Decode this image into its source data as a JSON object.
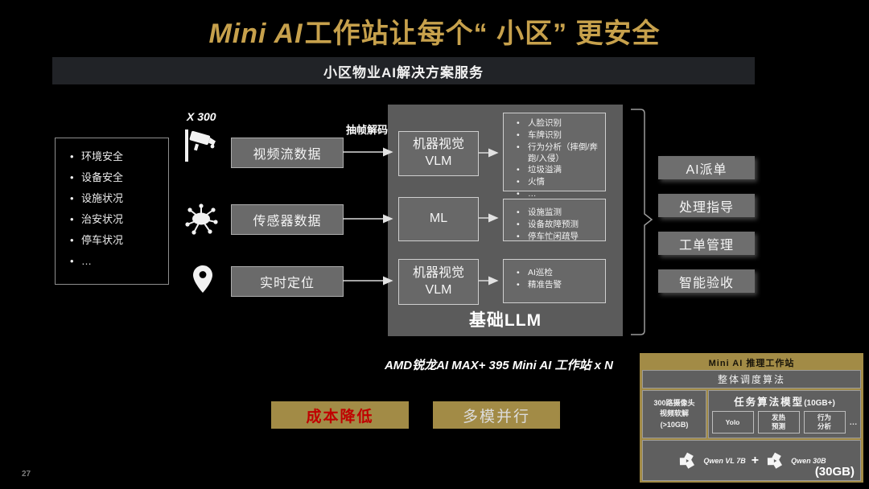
{
  "slide": {
    "page_number": "27",
    "title_latin": "Mini AI",
    "title_rest": "工作站让每个“ 小区” 更安全",
    "banner": "小区物业AI解决方案服务"
  },
  "needs": {
    "items": [
      "环境安全",
      "设备安全",
      "设施状况",
      "治安状况",
      "停车状况",
      "…"
    ]
  },
  "inputs": {
    "multiplier": "X 300",
    "video_label": "视频流数据",
    "sensor_label": "传感器数据",
    "location_label": "实时定位",
    "decode_label": "抽帧解码"
  },
  "engine": {
    "title": "基础LLM",
    "rows": [
      {
        "model": "机器视觉\nVLM",
        "outputs": [
          "人脸识别",
          "车牌识别",
          "行为分析（摔倒/奔跑/入侵）",
          "垃圾溢满",
          "火情",
          "…"
        ]
      },
      {
        "model": "ML",
        "outputs": [
          "设施监测",
          "设备故障预测",
          "停车忙闲疏导"
        ]
      },
      {
        "model": "机器视觉\nVLM",
        "outputs": [
          "AI巡检",
          "精准告警"
        ]
      }
    ]
  },
  "results": {
    "items": [
      "AI派单",
      "处理指导",
      "工单管理",
      "智能验收"
    ]
  },
  "caption": "AMD锐龙AI MAX+ 395 Mini AI 工作站 x N",
  "highlights": {
    "cost": "成本降低",
    "parallel": "多模并行"
  },
  "workstation": {
    "title": "Mini AI 推理工作站",
    "scheduler": "整体调度算法",
    "video_decode": "300路摄像头\n视频软解\n(>10GB)",
    "task_models_title": "任务算法模型",
    "task_models_size": "(10GB+)",
    "task_models": [
      "Yolo",
      "发热\n预测",
      "行为\n分析"
    ],
    "task_models_more": "…",
    "llm_left": "Qwen VL 7B",
    "plus": "+",
    "llm_right": "Qwen 30B",
    "memory": "(30GB)"
  },
  "colors": {
    "gold_accent": "#A28B46",
    "title_gold": "#C7A14C",
    "cost_red": "#C00000",
    "panel_gray": "#5f5f5f",
    "box_gray": "#6a6a6a",
    "background": "#000000"
  }
}
